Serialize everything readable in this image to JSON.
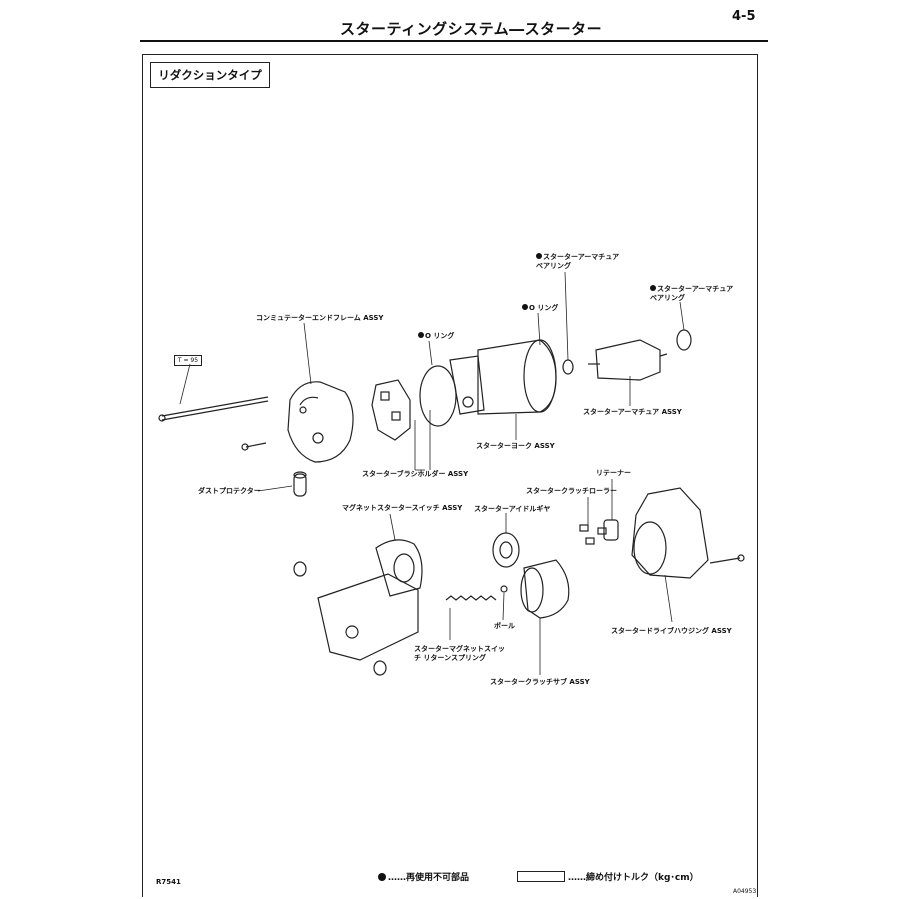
{
  "header": {
    "title": "スターティングシステム―スターター",
    "page_number": "4-5"
  },
  "section": {
    "title": "リダクションタイプ"
  },
  "torque_box": "T = 95",
  "labels": {
    "commutator_end_frame": "コンミュテーターエンドフレーム ASSY",
    "o_ring_1": "O リング",
    "armature_bearing_1": "スターターアーマチュア ベアリング",
    "o_ring_2": "O リング",
    "armature_bearing_2": "スターターアーマチュア ベアリング",
    "yoke": "スターターヨーク ASSY",
    "armature": "スターターアーマチュア ASSY",
    "brush_holder": "スターターブラシホルダー ASSY",
    "dust_protector": "ダストプロテクター",
    "magnet_switch": "マグネットスタータースイッチ ASSY",
    "clutch_roller": "スタータークラッチローラー",
    "retainer": "リテーナー",
    "idle_gear": "スターターアイドルギヤ",
    "ball": "ボール",
    "drive_housing": "スタータードライブハウジング ASSY",
    "return_spring": "スターターマグネットスイッチ リターンスプリング",
    "clutch_sub": "スタータークラッチサブ ASSY"
  },
  "legend": {
    "non_reusable": "……再使用不可部品",
    "torque": "……締め付けトルク（kg･cm）"
  },
  "figure_code": "R7541",
  "corner_code": "A04953"
}
